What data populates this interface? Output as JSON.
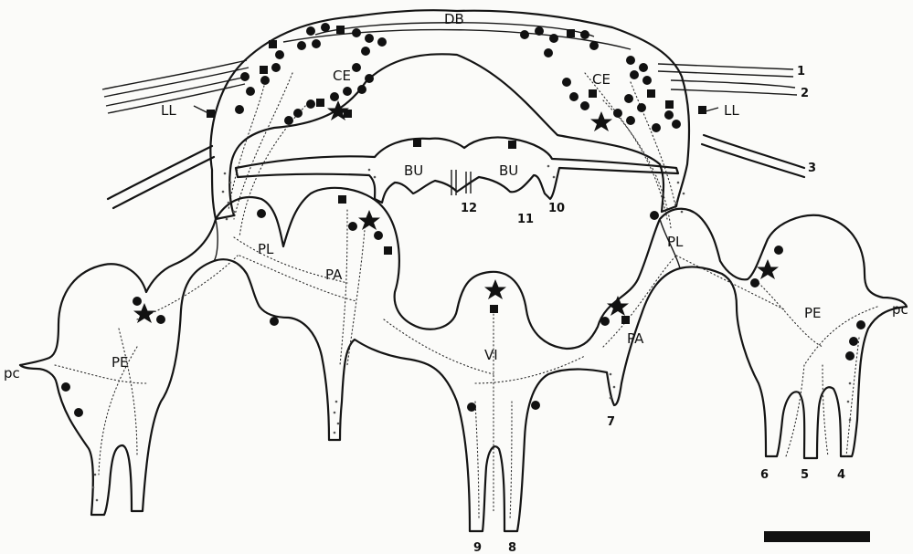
{
  "labels": {
    "db": "DB",
    "ce_left": "CE",
    "ce_right": "CE",
    "ll_left": "LL",
    "ll_right": "LL",
    "bu_left": "BU",
    "bu_right": "BU",
    "pl_left": "PL",
    "pl_right": "PL",
    "pa_left": "PA",
    "pa_right": "PA",
    "pe_left": "PE",
    "pe_right": "PE",
    "vi": "VI",
    "pc_left": "pc",
    "pc_right": "pc"
  },
  "nerve_numbers": {
    "n1": "1",
    "n2": "2",
    "n3": "3",
    "n4": "4",
    "n5": "5",
    "n6": "6",
    "n7": "7",
    "n8": "8",
    "n9": "9",
    "n10": "10",
    "n11": "11",
    "n12": "12"
  },
  "colors": {
    "ink": "#141414",
    "paper": "#fbfbf9"
  }
}
